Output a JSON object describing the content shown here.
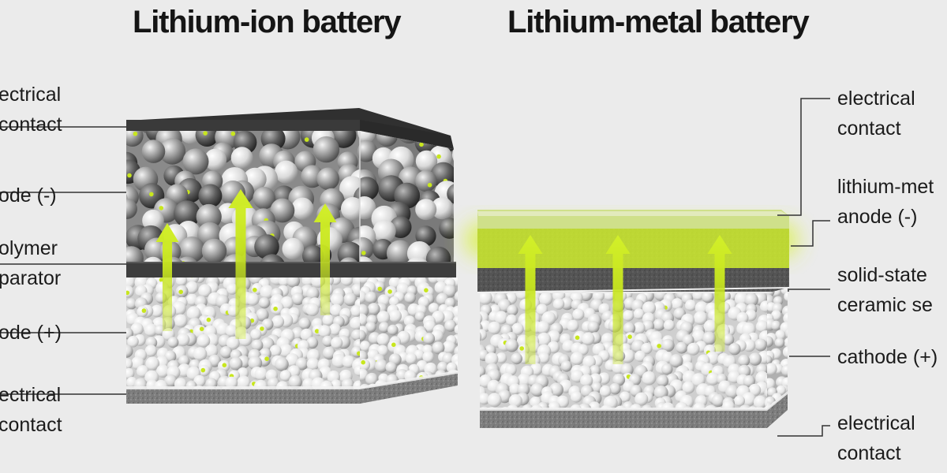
{
  "titles": {
    "left": "Lithium-ion battery",
    "right": "Lithium-metal battery"
  },
  "left_labels": {
    "top_contact": [
      "ectrical",
      "contact"
    ],
    "anode": [
      "ode (-)"
    ],
    "separator": [
      "olymer",
      "parator"
    ],
    "cathode": [
      "ode (+)"
    ],
    "bottom_contact": [
      "ectrical",
      "contact"
    ]
  },
  "right_labels": {
    "top_contact": [
      "electrical",
      "contact"
    ],
    "anode": [
      "lithium-met",
      "anode (-)"
    ],
    "separator": [
      "solid-state",
      "ceramic se"
    ],
    "cathode": [
      "cathode (+)"
    ],
    "bottom_contact": [
      "electrical",
      "contact"
    ]
  },
  "colors": {
    "background": "#ebebeb",
    "ion_flow": "#c8e61e",
    "contact_layer": "#3a3a3a",
    "separator_layer": "#4a4a4a",
    "lithium_metal_glow": "#d4ef3a"
  }
}
